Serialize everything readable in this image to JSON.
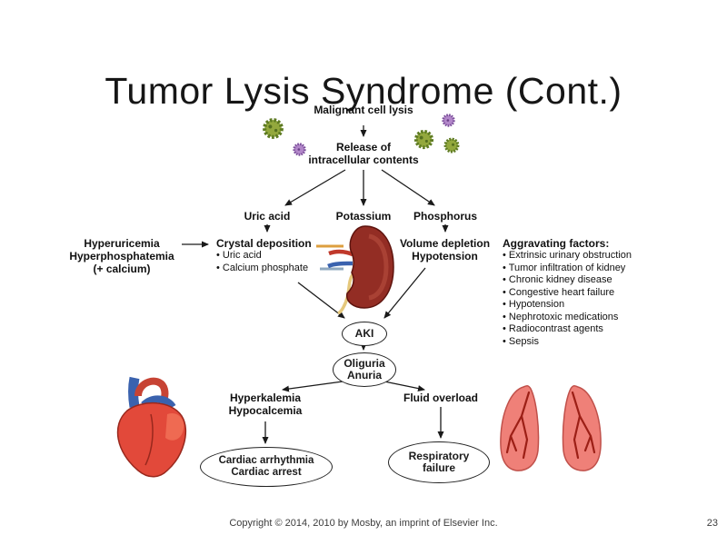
{
  "slide": {
    "title": "Tumor Lysis Syndrome (Cont.)",
    "copyright": "Copyright © 2014, 2010 by Mosby, an imprint of Elsevier Inc.",
    "page_number": "23"
  },
  "diagram": {
    "start": "Malignant cell lysis",
    "release": {
      "line1": "Release of",
      "line2": "intracellular contents"
    },
    "metabolites": {
      "uric_acid": "Uric acid",
      "potassium": "Potassium",
      "phosphorus": "Phosphorus"
    },
    "left_condition": {
      "line1": "Hyperuricemia",
      "line2": "Hyperphosphatemia",
      "line3": "(+ calcium)"
    },
    "crystal_deposition": {
      "title": "Crystal deposition",
      "bullets": [
        "Uric acid",
        "Calcium phosphate"
      ]
    },
    "volume_depletion": {
      "line1": "Volume depletion",
      "line2": "Hypotension"
    },
    "aggravating_factors": {
      "title": "Aggravating factors:",
      "bullets": [
        "Extrinsic urinary obstruction",
        "Tumor infiltration of kidney",
        "Chronic kidney disease",
        "Congestive heart failure",
        "Hypotension",
        "Nephrotoxic medications",
        "Radiocontrast agents",
        "Sepsis"
      ]
    },
    "aki": "AKI",
    "oliguria": {
      "line1": "Oliguria",
      "line2": "Anuria"
    },
    "hyperkalemia": {
      "line1": "Hyperkalemia",
      "line2": "Hypocalcemia"
    },
    "fluid_overload": "Fluid overload",
    "cardiac": {
      "line1": "Cardiac arrhythmia",
      "line2": "Cardiac arrest"
    },
    "respiratory": {
      "line1": "Respiratory",
      "line2": "failure"
    }
  },
  "colors": {
    "arrow": "#1a1a1a",
    "kidney": "#932d24",
    "heart_red": "#e2493a",
    "vessel_blue": "#3a62ae",
    "lung_pink": "#ef8078",
    "cell_green": "#93a83d",
    "cell_purple": "#b287c9",
    "leader_orange": "#dd9f3f",
    "leader_blue": "#8fa8bf"
  }
}
